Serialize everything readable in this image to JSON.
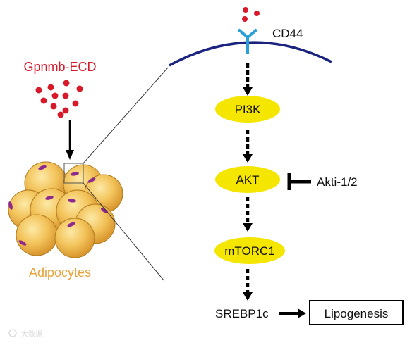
{
  "ligand": {
    "label": "Gpnmb-ECD",
    "color": "#d7192a"
  },
  "receptor": {
    "label": "CD44",
    "color": "#2aa0d8"
  },
  "membrane_color": "#1a237e",
  "cells": {
    "label": "Adipocytes",
    "color": "#e8a33a",
    "nucleus_color": "#8e2a8e"
  },
  "pathway": {
    "node_color": "#f5e600",
    "nodes": [
      "PI3K",
      "AKT",
      "mTORC1"
    ],
    "endpoint": "SREBP1c",
    "outcome": "Lipogenesis"
  },
  "inhibitor": {
    "label": "Akti-1/2"
  },
  "watermark": "大数据"
}
